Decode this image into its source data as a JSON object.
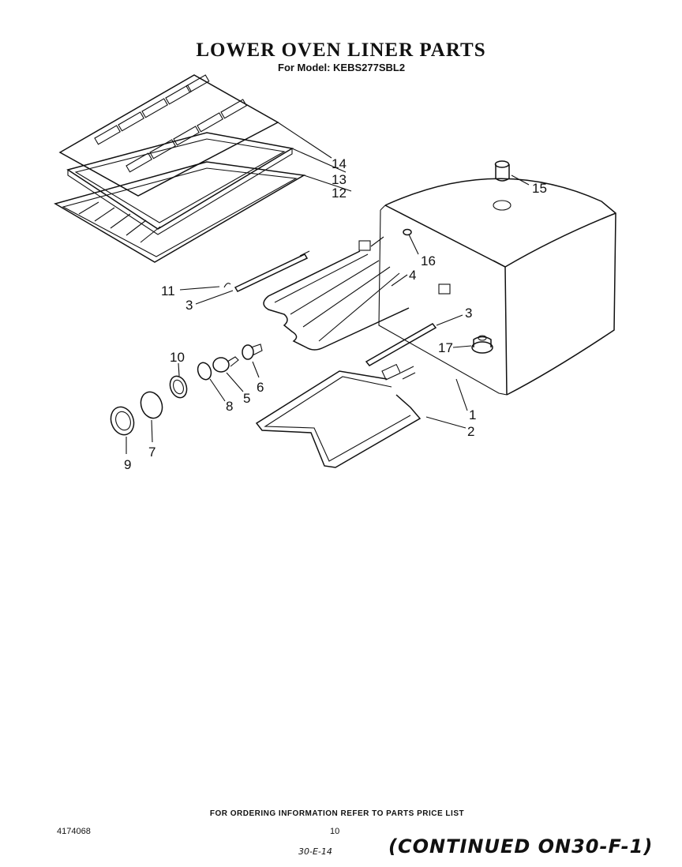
{
  "header": {
    "title": "LOWER OVEN LINER PARTS",
    "subtitle": "For Model: KEBS277SBL2"
  },
  "callouts": [
    "14",
    "13",
    "12",
    "15",
    "16",
    "11",
    "3",
    "4",
    "3",
    "17",
    "10",
    "6",
    "5",
    "8",
    "1",
    "2",
    "9",
    "7"
  ],
  "footer": {
    "ordering_note": "FOR ORDERING INFORMATION REFER TO PARTS PRICE LIST",
    "document_number": "4174068",
    "page_number": "10",
    "handwritten_ref": "30-E-14",
    "continued": "(CONTINUED ON30-F-1)"
  }
}
